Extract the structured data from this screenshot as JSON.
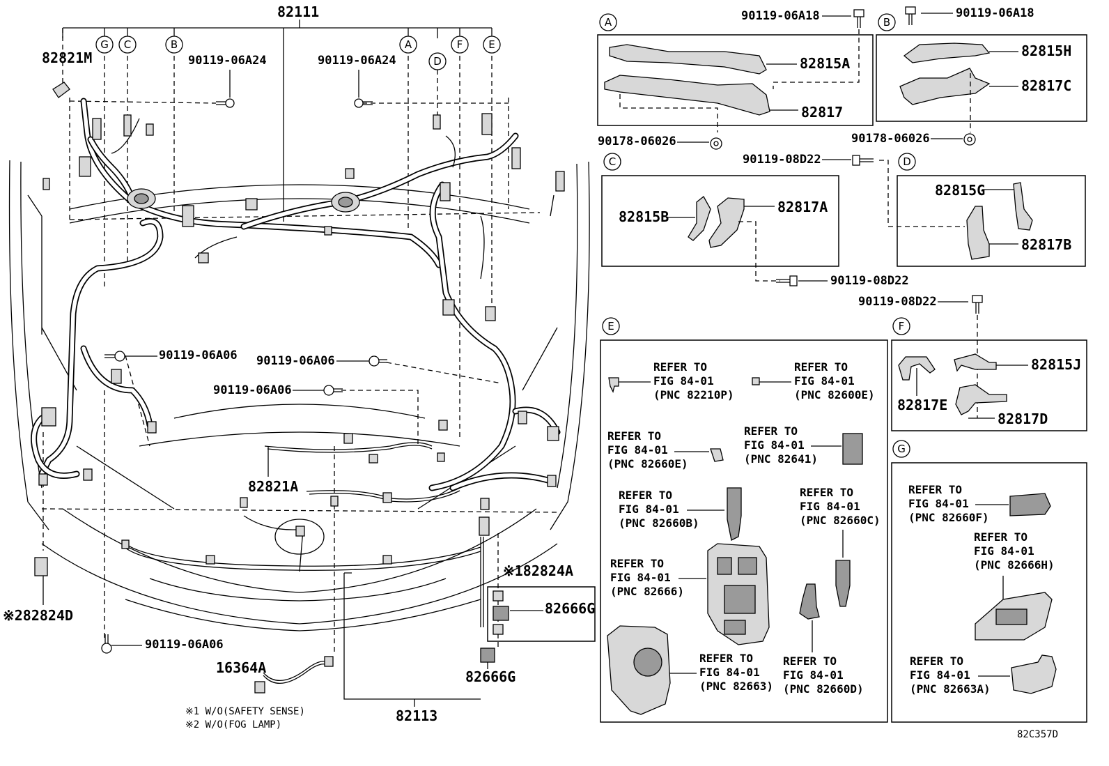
{
  "main": {
    "harness_main": "82111",
    "harness_front": "82113",
    "protector_82821M": "82821M",
    "protector_82821A": "82821A",
    "wire_16364A": "16364A",
    "connector_82824A": "※182824A",
    "connector_82824D": "※282824D",
    "holder_82666G_boxed": "82666G",
    "holder_82666G": "82666G",
    "bolt_top_left": "90119-06A24",
    "bolt_top_center": "90119-06A24",
    "bolt_mid_left": "90119-06A06",
    "bolt_mid_center": "90119-06A06",
    "bolt_mid_center_low": "90119-06A06",
    "bolt_bottom_left": "90119-06A06"
  },
  "callouts": {
    "G": "G",
    "C": "C",
    "B": "B",
    "A": "A",
    "D": "D",
    "F": "F",
    "E": "E"
  },
  "notes": {
    "note1": "※1 W/O(SAFETY SENSE)",
    "note2": "※2 W/O(FOG LAMP)"
  },
  "detail_A": {
    "letter": "A",
    "bolt": "90119-06A18",
    "nut": "90178-06026",
    "part1": "82815A",
    "part2": "82817"
  },
  "detail_B": {
    "letter": "B",
    "bolt": "90119-06A18",
    "nut": "90178-06026",
    "part1": "82815H",
    "part2": "82817C"
  },
  "detail_C": {
    "letter": "C",
    "bolt_top": "90119-08D22",
    "bolt_bottom": "90119-08D22",
    "part1": "82815B",
    "part2": "82817A"
  },
  "detail_D": {
    "letter": "D",
    "part1": "82815G",
    "part2": "82817B"
  },
  "detail_F": {
    "letter": "F",
    "bolt": "90119-08D22",
    "part1": "82815J",
    "part2": "82817E",
    "part3": "82817D"
  },
  "detail_E": {
    "letter": "E",
    "refs": [
      {
        "l1": "REFER TO",
        "l2": "FIG 84-01",
        "l3": "(PNC 82210P)"
      },
      {
        "l1": "REFER TO",
        "l2": "FIG 84-01",
        "l3": "(PNC 82600E)"
      },
      {
        "l1": "REFER TO",
        "l2": "FIG 84-01",
        "l3": "(PNC 82660E)"
      },
      {
        "l1": "REFER TO",
        "l2": "FIG 84-01",
        "l3": "(PNC 82641)"
      },
      {
        "l1": "REFER TO",
        "l2": "FIG 84-01",
        "l3": "(PNC 82660B)"
      },
      {
        "l1": "REFER TO",
        "l2": "FIG 84-01",
        "l3": "(PNC 82660C)"
      },
      {
        "l1": "REFER TO",
        "l2": "FIG 84-01",
        "l3": "(PNC 82666)"
      },
      {
        "l1": "REFER TO",
        "l2": "FIG 84-01",
        "l3": "(PNC 82663)"
      },
      {
        "l1": "REFER TO",
        "l2": "FIG 84-01",
        "l3": "(PNC 82660D)"
      }
    ]
  },
  "detail_G": {
    "letter": "G",
    "refs": [
      {
        "l1": "REFER TO",
        "l2": "FIG 84-01",
        "l3": "(PNC 82660F)"
      },
      {
        "l1": "REFER TO",
        "l2": "FIG 84-01",
        "l3": "(PNC 82666H)"
      },
      {
        "l1": "REFER TO",
        "l2": "FIG 84-01",
        "l3": "(PNC 82663A)"
      }
    ]
  },
  "figure_code": "82C357D"
}
